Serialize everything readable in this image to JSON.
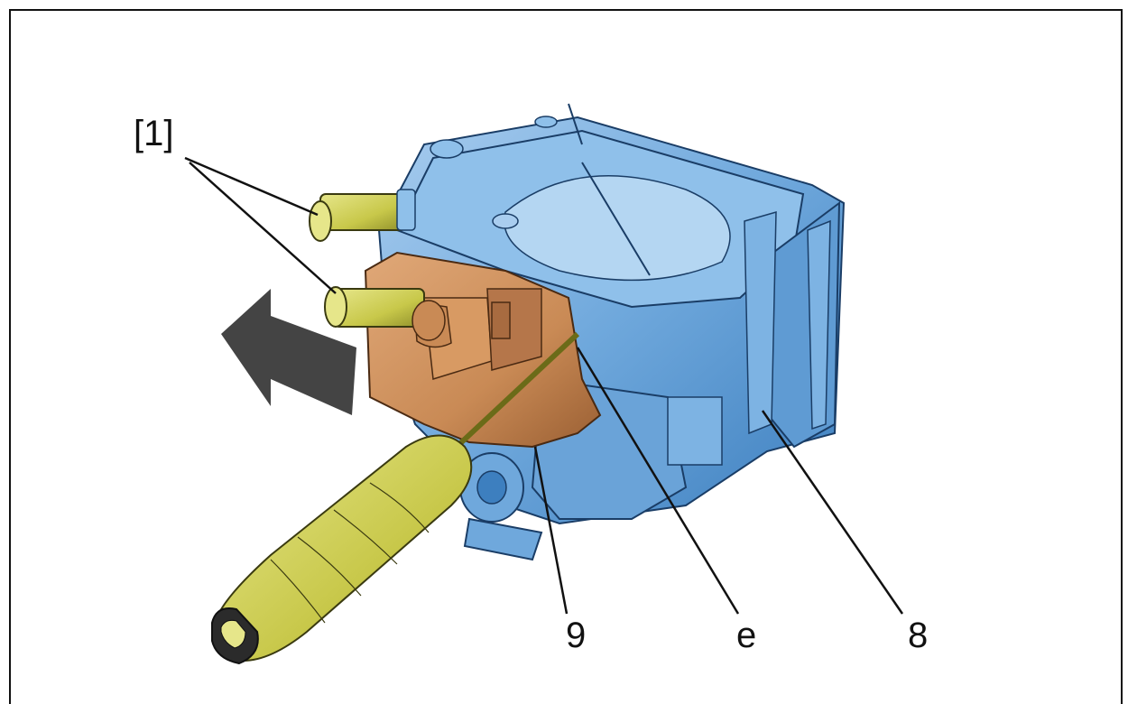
{
  "labels": {
    "tool": "[1]",
    "part_9": "9",
    "part_e": "e",
    "part_8": "8"
  },
  "colors": {
    "housing": "#6fa8dc",
    "housing_dark": "#3d7fbf",
    "housing_light": "#a9cdef",
    "connector": "#c98a55",
    "connector_dark": "#9a5f33",
    "tool": "#c8c84a",
    "tool_dark": "#8f8f2a",
    "arrow": "#444444",
    "outline": "#111111"
  },
  "icons": {
    "arrow": "direction-arrow-left-icon",
    "screwdriver": "screwdriver-icon"
  }
}
